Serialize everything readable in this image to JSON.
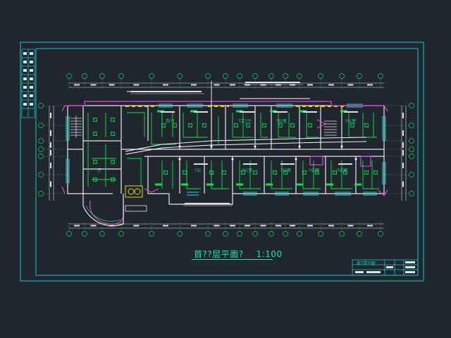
{
  "drawing": {
    "title": "首??层平面?",
    "scale": "1:100",
    "background": "#1f262e",
    "colors": {
      "frame": "#16c8c8",
      "grid_axis": "#19d36b",
      "wall": "#e8e8e8",
      "window": "#1ed9e0",
      "wiring": "#19e048",
      "conduit": "#ffffff",
      "magenta": "#e040e0",
      "yellow_dash": "#e6d21c",
      "text_green": "#19e8a0",
      "dimension": "#e0e0e0"
    }
  },
  "room_labels": [
    {
      "id": "r1",
      "text": "办??"
    },
    {
      "id": "r2",
      "text": "?工???"
    },
    {
      "id": "r3",
      "text": "?公室"
    },
    {
      "id": "r4",
      "text": "?公室"
    },
    {
      "id": "r5",
      "text": "?公"
    },
    {
      "id": "r6",
      "text": "?公室"
    },
    {
      "id": "r7",
      "text": "?公室"
    },
    {
      "id": "r8",
      "text": "?公室"
    },
    {
      "id": "r9",
      "text": "?公室"
    },
    {
      "id": "r10",
      "text": "厅"
    }
  ],
  "title_block": {
    "sheet_name": "首??层平面?"
  }
}
